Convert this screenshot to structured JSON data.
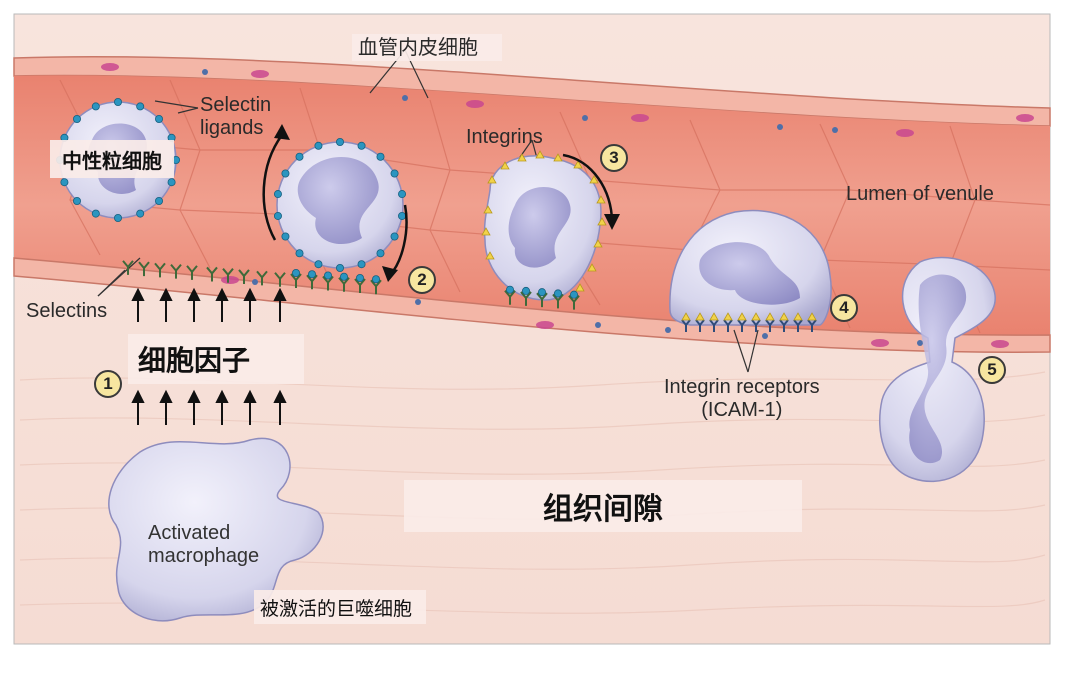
{
  "labels": {
    "endothelial_cells_zh": "血管内皮细胞",
    "selectin_ligands": "Selectin\nligands",
    "neutrophil_zh": "中性粒细胞",
    "integrins": "Integrins",
    "lumen": "Lumen of venule",
    "selectins": "Selectins",
    "cytokines_zh": "细胞因子",
    "integrin_receptors": "Integrin receptors\n(ICAM-1)",
    "interstitium_zh": "组织间隙",
    "activated_macrophage": "Activated\nmacrophage",
    "activated_macrophage_zh": "被激活的巨噬细胞"
  },
  "steps": [
    "1",
    "2",
    "3",
    "4",
    "5"
  ],
  "colors": {
    "vessel": "#eb8f7e",
    "tissue": "#f7e3dc",
    "cell_fill": "#d8d7ee",
    "nucleus": "#a9a6d4",
    "ligand": "#2b95c0",
    "integrin": "#f1d24a",
    "receptor_stem": "#2f4c7a",
    "step_badge": "#f7e6a0"
  }
}
